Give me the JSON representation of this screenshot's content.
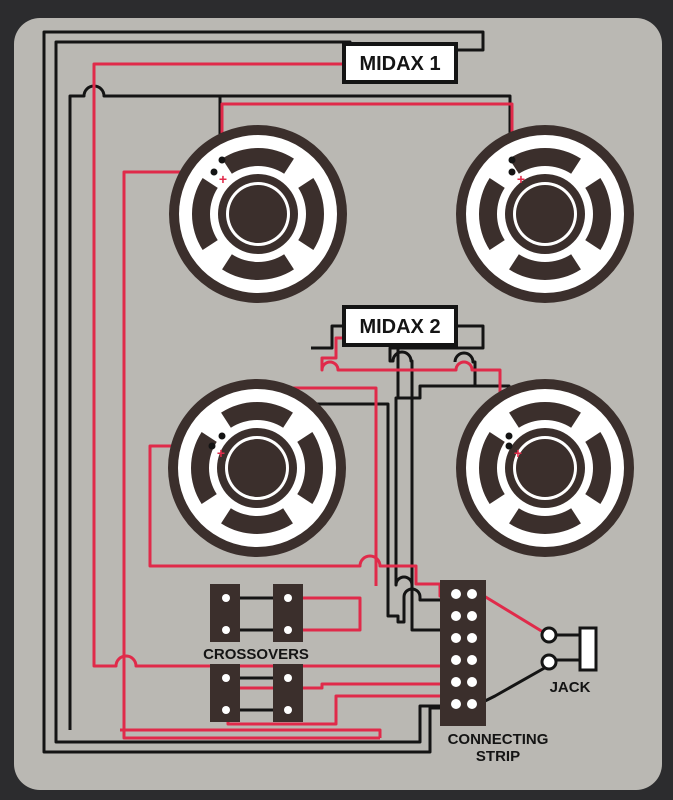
{
  "labels": {
    "midax1": "MIDAX 1",
    "midax2": "MIDAX 2",
    "crossovers": "CROSSOVERS",
    "jack": "JACK",
    "strip_line1": "CONNECTING",
    "strip_line2": "STRIP",
    "plus": "+"
  },
  "colors": {
    "panel": "#bab8b3",
    "frame_bg": "#2c2c2e",
    "dark": "#3b2f2c",
    "black_wire": "#141414",
    "red_wire": "#e02a4a",
    "white": "#ffffff"
  },
  "speakers": [
    {
      "name": "speaker-top-left"
    },
    {
      "name": "speaker-top-right"
    },
    {
      "name": "speaker-bottom-left"
    },
    {
      "name": "speaker-bottom-right"
    }
  ],
  "crossovers": [
    {
      "name": "crossover-upper-left"
    },
    {
      "name": "crossover-upper-right"
    },
    {
      "name": "crossover-lower-left"
    },
    {
      "name": "crossover-lower-right"
    }
  ]
}
